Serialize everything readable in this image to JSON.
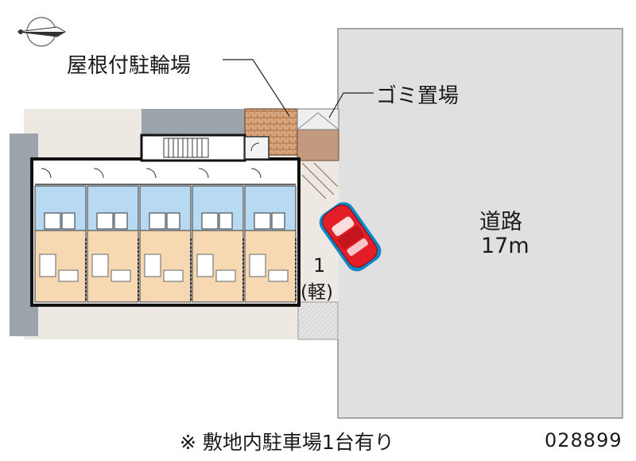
{
  "labels": {
    "covered_bicycle_parking": "屋根付駐輪場",
    "garbage_area": "ゴミ置場",
    "road": "道路",
    "road_width": "17m",
    "parking_space_number": "1",
    "parking_space_type": "(軽)",
    "note": "※ 敷地内駐車場1台有り",
    "property_code": "028899"
  },
  "icons": {
    "north_arrow": "compass-north-arrow-icon",
    "car": "red-car-icon"
  },
  "colors": {
    "road": "#e0e0e0",
    "site": "#ede9e2",
    "wall_shadow": "#9ba4ab",
    "unit_blue": "#b7daf2",
    "unit_tan": "#f6d9b3",
    "bike_roof": "#d3a07a",
    "garbage_area": "#c29a7d",
    "car": "#e31e26",
    "car_shadow": "#0b87c7"
  },
  "unit_count": 5
}
